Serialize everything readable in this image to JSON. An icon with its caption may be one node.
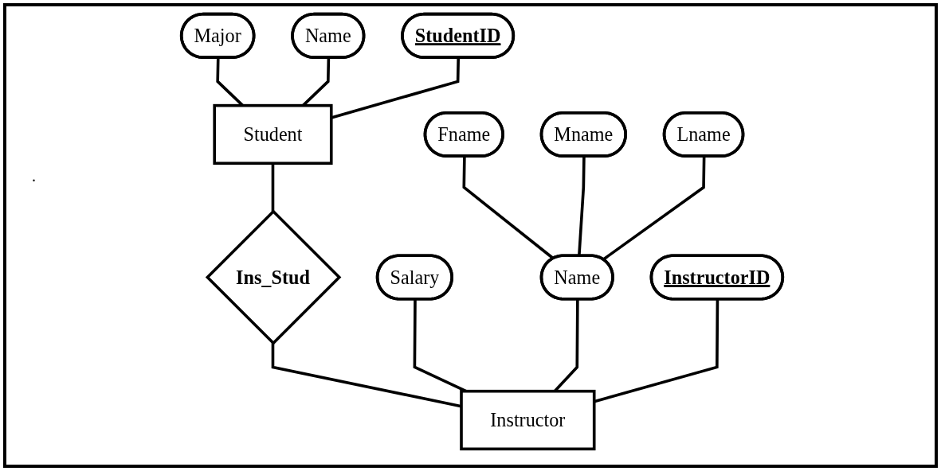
{
  "diagram": {
    "nodes": [
      {
        "text": [
          "Name"
        ]
      },
      {
        "text": [
          "Major"
        ]
      },
      {
        "text": [
          "StudentID"
        ]
      },
      {
        "text": [
          "Student"
        ]
      },
      {
        "text": [
          "Mname"
        ]
      },
      {
        "text": [
          "Fname"
        ]
      },
      {
        "text": [
          "Lname"
        ]
      },
      {
        "text": [
          "Salary"
        ]
      },
      {
        "text": [
          "Name"
        ]
      },
      {
        "text": [
          "InstructorID"
        ]
      },
      {
        "text": [
          "Ins_Stud"
        ]
      },
      {
        "text": [
          "Instructor"
        ]
      }
    ],
    "edges": [
      {
        "from": 1,
        "to": 3,
        "arrow": "none"
      },
      {
        "from": 0,
        "to": 3,
        "arrow": "none"
      },
      {
        "from": 2,
        "to": 3,
        "arrow": "none"
      },
      {
        "from": 3,
        "to": 10,
        "arrow": "none"
      },
      {
        "from": 10,
        "to": 11,
        "arrow": "none"
      },
      {
        "from": 5,
        "to": 8,
        "arrow": "none"
      },
      {
        "from": 4,
        "to": 8,
        "arrow": "none"
      },
      {
        "from": 6,
        "to": 8,
        "arrow": "none"
      },
      {
        "from": 7,
        "to": 11,
        "arrow": "none"
      },
      {
        "from": 8,
        "to": 11,
        "arrow": "none"
      },
      {
        "from": 9,
        "to": 11,
        "arrow": "none"
      }
    ],
    "labels": [
      "."
    ]
  }
}
